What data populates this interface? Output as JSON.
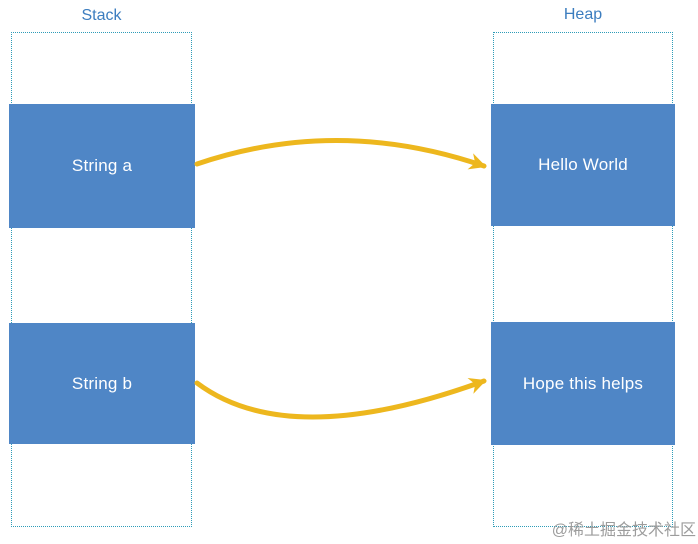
{
  "titles": {
    "stack": "Stack",
    "heap": "Heap"
  },
  "stack": {
    "cells": [
      {
        "label": "String a"
      },
      {
        "label": "String b"
      }
    ]
  },
  "heap": {
    "cells": [
      {
        "label": "Hello World"
      },
      {
        "label": "Hope this helps"
      }
    ]
  },
  "arrows": [
    {
      "from": "String a",
      "to": "Hello World"
    },
    {
      "from": "String b",
      "to": "Hope this helps"
    }
  ],
  "watermark": "@稀土掘金技术社区",
  "colors": {
    "box_fill": "#4f86c6",
    "box_text": "#ffffff",
    "arrow": "#edb71e",
    "column_border": "#2e9cb8",
    "title_text": "#3c7dbf",
    "watermark_text": "#9c9c9c"
  }
}
